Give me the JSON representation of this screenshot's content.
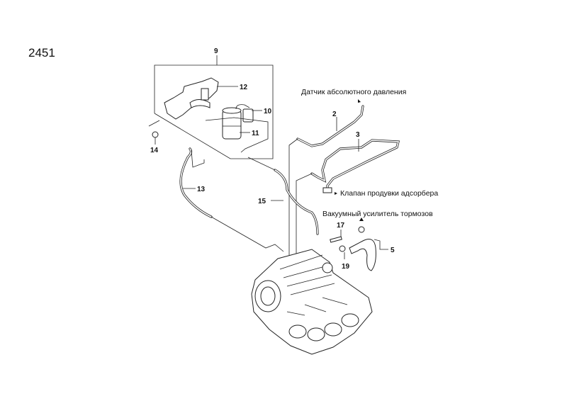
{
  "diagram_id": "2451",
  "callouts": {
    "c9": "9",
    "c12": "12",
    "c10": "10",
    "c11": "11",
    "c14": "14",
    "c13": "13",
    "c2": "2",
    "c3": "3",
    "c15": "15",
    "c17": "17",
    "c19": "19",
    "c5": "5"
  },
  "annotations": {
    "map_sensor": "Датчик абсолютного давления",
    "purge_valve": "Клапан продувки адсорбера",
    "brake_booster": "Вакуумный усилитель тормозов"
  }
}
